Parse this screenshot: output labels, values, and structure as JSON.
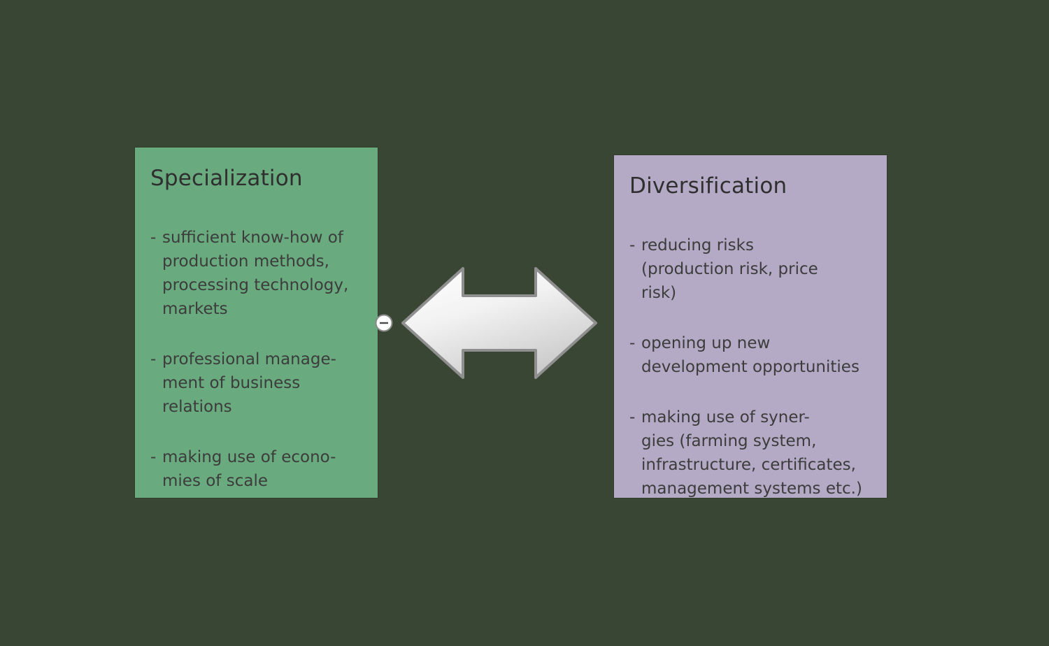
{
  "specialization": {
    "title": "Specialization",
    "items": [
      {
        "marker": "-",
        "text": "sufficient know-how of\nproduction methods,\nprocessing technology,\nmarkets"
      },
      {
        "marker": "-",
        "text": "professional manage-\nment of business\nrelations"
      },
      {
        "marker": "-",
        "text": "making use of econo-\nmies of scale"
      }
    ]
  },
  "diversification": {
    "title": "Diversification",
    "items": [
      {
        "marker": "-",
        "text": "reducing risks\n(production risk, price\nrisk)"
      },
      {
        "marker": "-",
        "text": "opening up new\ndevelopment opportunities"
      },
      {
        "marker": "-",
        "text": "making use of syner-\ngies (farming system,\ninfrastructure, certificates,\nmanagement systems etc.)"
      }
    ]
  },
  "colors": {
    "background": "#3a4634",
    "specialization_bg": "#69aa7f",
    "diversification_bg": "#b4aac5",
    "text": "#3c3c3c",
    "arrow_fill_light": "#ffffff",
    "arrow_fill_dark": "#cccccc",
    "arrow_stroke": "#8f8f8f",
    "connection_point_stroke": "#8a8a8a"
  }
}
